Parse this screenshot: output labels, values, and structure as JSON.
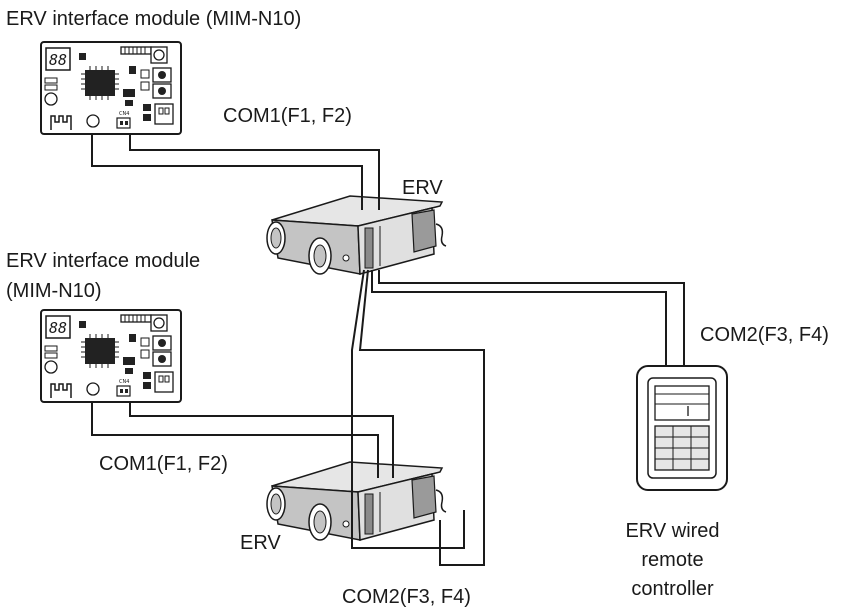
{
  "labels": {
    "module_top": "ERV interface module (MIM-N10)",
    "module_bottom_line1": "ERV interface module",
    "module_bottom_line2": "(MIM-N10)",
    "com1_top": "COM1(F1, F2)",
    "erv_top": "ERV",
    "com2_right": "COM2(F3, F4)",
    "com1_bottom": "COM1(F1, F2)",
    "erv_bottom": "ERV",
    "com2_bottom": "COM2(F3, F4)",
    "remote_line1": "ERV wired",
    "remote_line2": "remote",
    "remote_line3": "controller"
  },
  "board_chars": {
    "display": "88",
    "cn_label": "CN4"
  },
  "colors": {
    "line": "#1a1a1a",
    "fill": "#ffffff",
    "shade_light": "#e6e6e6",
    "shade_mid": "#c4c4c4",
    "shade_dark": "#8a8a8a",
    "chip": "#222222"
  }
}
